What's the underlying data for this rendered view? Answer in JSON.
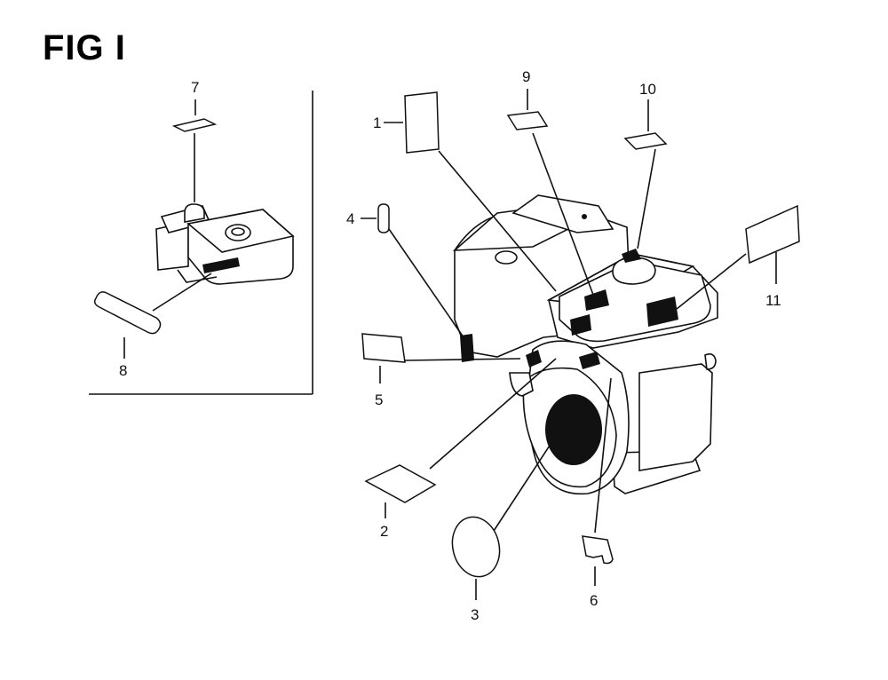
{
  "figure": {
    "title": "FIG I"
  },
  "callouts": [
    {
      "id": "1",
      "text": "1"
    },
    {
      "id": "2",
      "text": "2"
    },
    {
      "id": "3",
      "text": "3"
    },
    {
      "id": "4",
      "text": "4"
    },
    {
      "id": "5",
      "text": "5"
    },
    {
      "id": "6",
      "text": "6"
    },
    {
      "id": "7",
      "text": "7"
    },
    {
      "id": "8",
      "text": "8"
    },
    {
      "id": "9",
      "text": "9"
    },
    {
      "id": "10",
      "text": "10"
    },
    {
      "id": "11",
      "text": "11"
    }
  ]
}
